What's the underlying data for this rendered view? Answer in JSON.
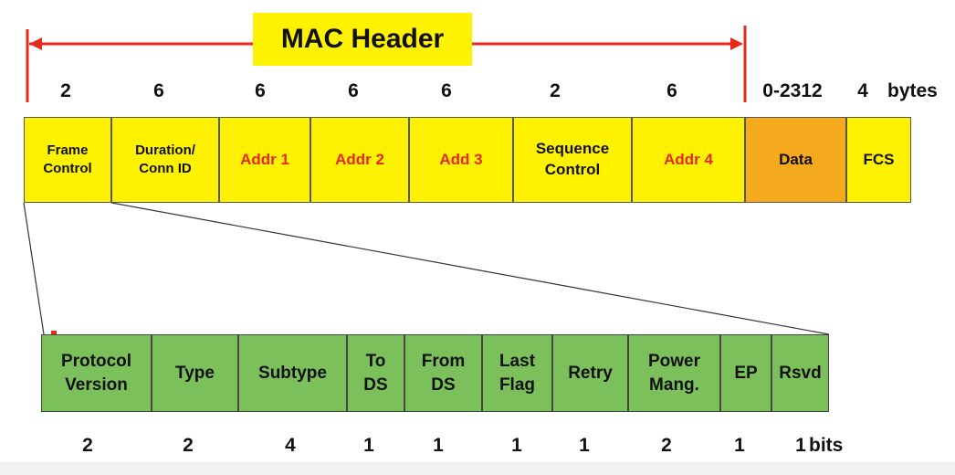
{
  "title": "MAC Header",
  "colors": {
    "header_yellow": "#fff200",
    "data_orange": "#f5a91d",
    "control_green": "#7cc05b",
    "address_red": "#e8281c",
    "arrow_red": "#e8281c"
  },
  "mac_frame": {
    "fields": [
      {
        "label": "Frame\nControl",
        "size": "2",
        "red": false
      },
      {
        "label": "Duration/\nConn ID",
        "size": "6",
        "red": false
      },
      {
        "label": "Addr 1",
        "size": "6",
        "red": true
      },
      {
        "label": "Addr 2",
        "size": "6",
        "red": true
      },
      {
        "label": "Add 3",
        "size": "6",
        "red": true
      },
      {
        "label": "Sequence\nControl",
        "size": "2",
        "red": false
      },
      {
        "label": "Addr 4",
        "size": "6",
        "red": true
      },
      {
        "label": "Data",
        "size": "0-2312",
        "red": false
      },
      {
        "label": "FCS",
        "size": "4",
        "red": false
      }
    ],
    "unit": "bytes"
  },
  "frame_control": {
    "fields": [
      {
        "label": "Protocol\nVersion",
        "bits": "2"
      },
      {
        "label": "Type",
        "bits": "2"
      },
      {
        "label": "Subtype",
        "bits": "4"
      },
      {
        "label": "To\nDS",
        "bits": "1"
      },
      {
        "label": "From\nDS",
        "bits": "1"
      },
      {
        "label": "Last\nFlag",
        "bits": "1"
      },
      {
        "label": "Retry",
        "bits": "1"
      },
      {
        "label": "Power\nMang.",
        "bits": "2"
      },
      {
        "label": "EP",
        "bits": "1"
      },
      {
        "label": "Rsvd",
        "bits": "1"
      }
    ],
    "unit": "bits"
  }
}
